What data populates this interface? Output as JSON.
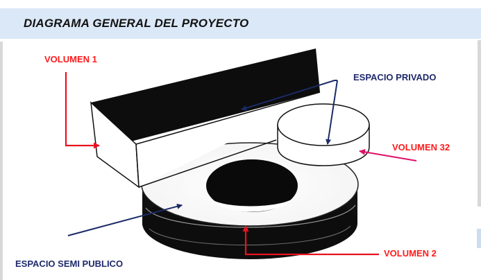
{
  "title": "DIAGRAMA GENERAL DEL PROYECTO",
  "labels": {
    "volumen_1": "VOLUMEN 1",
    "espacio_privado": "ESPACIO PRIVADO",
    "volumen_32": "VOLUMEN 32",
    "volumen_2": "VOLUMEN 2",
    "espacio_semi_publico": "ESPACIO SEMI PUBLICO"
  },
  "colors": {
    "red_label": "#ff1a1a",
    "navy_label": "#1f2a6b",
    "red_arrow": "#e8121f",
    "magenta_arrow": "#e0106a",
    "navy_arrow": "#1a2a66",
    "header_bg": "#dbe8f7"
  }
}
